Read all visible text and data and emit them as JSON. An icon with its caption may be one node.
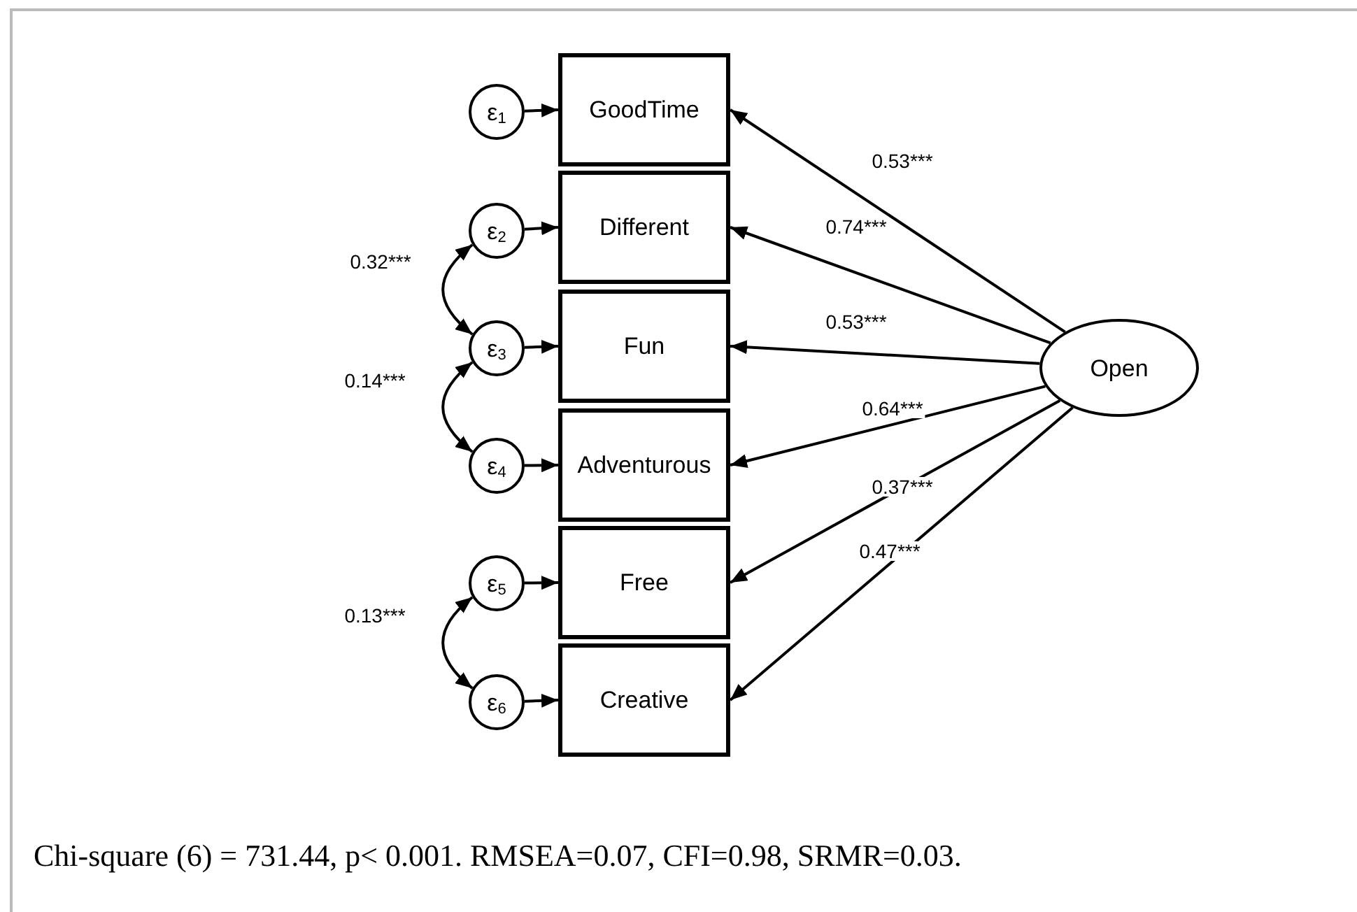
{
  "diagram": {
    "caption": "Chi-square (6) = 731.44, p< 0.001. RMSEA=0.07, CFI=0.98, SRMR=0.03.",
    "nodes": [
      {
        "text": [
          "GoodTime"
        ]
      },
      {
        "text": [
          "Different"
        ]
      },
      {
        "text": [
          "Fun"
        ]
      },
      {
        "text": [
          "Adventurous"
        ]
      },
      {
        "text": [
          "Free"
        ]
      },
      {
        "text": [
          "Creative"
        ]
      },
      {
        "text": [
          "Open"
        ]
      },
      {
        "text": [
          "ε$_{1}$"
        ]
      },
      {
        "text": [
          "ε$_{2}$"
        ]
      },
      {
        "text": [
          "ε$_{3}$"
        ]
      },
      {
        "text": [
          "ε$_{4}$"
        ]
      },
      {
        "text": [
          "ε$_{5}$"
        ]
      },
      {
        "text": [
          "ε$_{6}$"
        ]
      }
    ],
    "edges": [
      {
        "from": 6,
        "to": 0,
        "arrow": "to",
        "label": "0.53***"
      },
      {
        "from": 6,
        "to": 1,
        "arrow": "to",
        "label": "0.74***"
      },
      {
        "from": 6,
        "to": 2,
        "arrow": "to",
        "label": "0.53***"
      },
      {
        "from": 6,
        "to": 3,
        "arrow": "to",
        "label": "0.64***"
      },
      {
        "from": 6,
        "to": 4,
        "arrow": "to",
        "label": "0.37***"
      },
      {
        "from": 6,
        "to": 5,
        "arrow": "to",
        "label": "0.47***"
      },
      {
        "from": 7,
        "to": 0,
        "arrow": "to"
      },
      {
        "from": 8,
        "to": 1,
        "arrow": "to"
      },
      {
        "from": 9,
        "to": 2,
        "arrow": "to"
      },
      {
        "from": 10,
        "to": 3,
        "arrow": "to"
      },
      {
        "from": 11,
        "to": 4,
        "arrow": "to"
      },
      {
        "from": 12,
        "to": 5,
        "arrow": "to"
      },
      {
        "from": 8,
        "to": 9,
        "arrow": "both",
        "label": "0.32***"
      },
      {
        "from": 9,
        "to": 10,
        "arrow": "both",
        "label": "0.14***"
      },
      {
        "from": 11,
        "to": 12,
        "arrow": "both",
        "label": "0.13***"
      }
    ]
  }
}
